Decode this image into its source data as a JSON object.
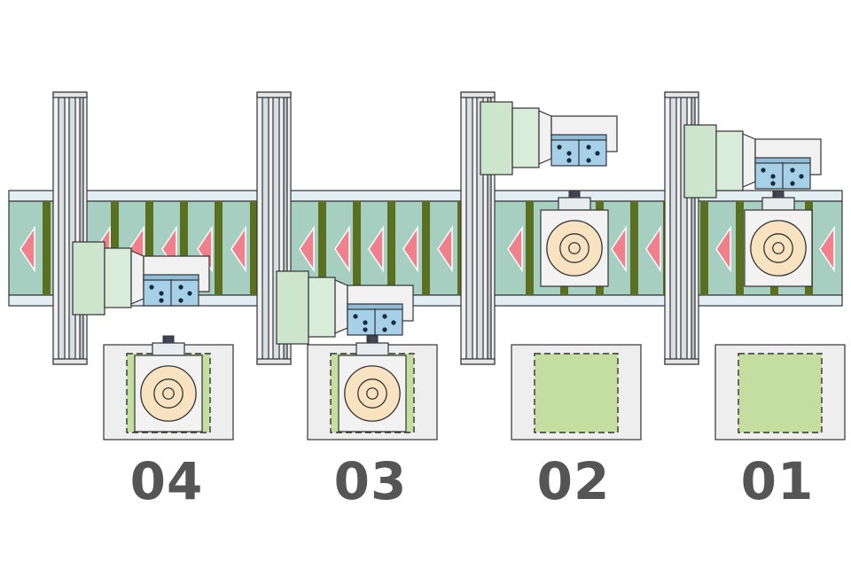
{
  "colors": {
    "belt": "#a6cfc1",
    "belt_rail": "#e3eef4",
    "belt_slat": "#5a7020",
    "arrow": "#f0818c",
    "stand": "#f1f1f1",
    "stand_rail": "#d8e0e6",
    "joint": "#cde5cd",
    "arm": "#f1f1f1",
    "gripper": "#a6cfe8",
    "gripper_dots": "#1a2a3a",
    "product_box": "#f2f2f2",
    "product_disc": "#f8e2c0",
    "tray": "#eeeeee",
    "tray_target": "#c4dea0",
    "outline": "#333333",
    "label": "#555555"
  },
  "diagram": {
    "flow_direction": "right-to-left",
    "stations": [
      {
        "label": "04",
        "state": "placed"
      },
      {
        "label": "03",
        "state": "placed"
      },
      {
        "label": "02",
        "state": "picking"
      },
      {
        "label": "01",
        "state": "picking"
      }
    ]
  }
}
